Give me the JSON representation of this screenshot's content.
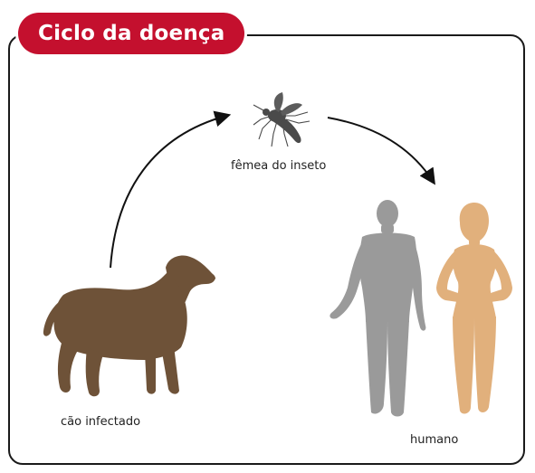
{
  "title": "Ciclo da doença",
  "colors": {
    "accent": "#c4102e",
    "dog": "#6e5238",
    "man": "#9a9a9a",
    "woman": "#e1b07c",
    "insect": "#4a4a4a",
    "arrow": "#111111"
  },
  "nodes": {
    "insect": {
      "label": "fêmea do inseto",
      "icon": "mosquito-icon"
    },
    "dog": {
      "label": "cão infectado",
      "icon": "dog-icon"
    },
    "human": {
      "label": "humano",
      "icons": [
        "man-icon",
        "woman-icon"
      ]
    }
  }
}
